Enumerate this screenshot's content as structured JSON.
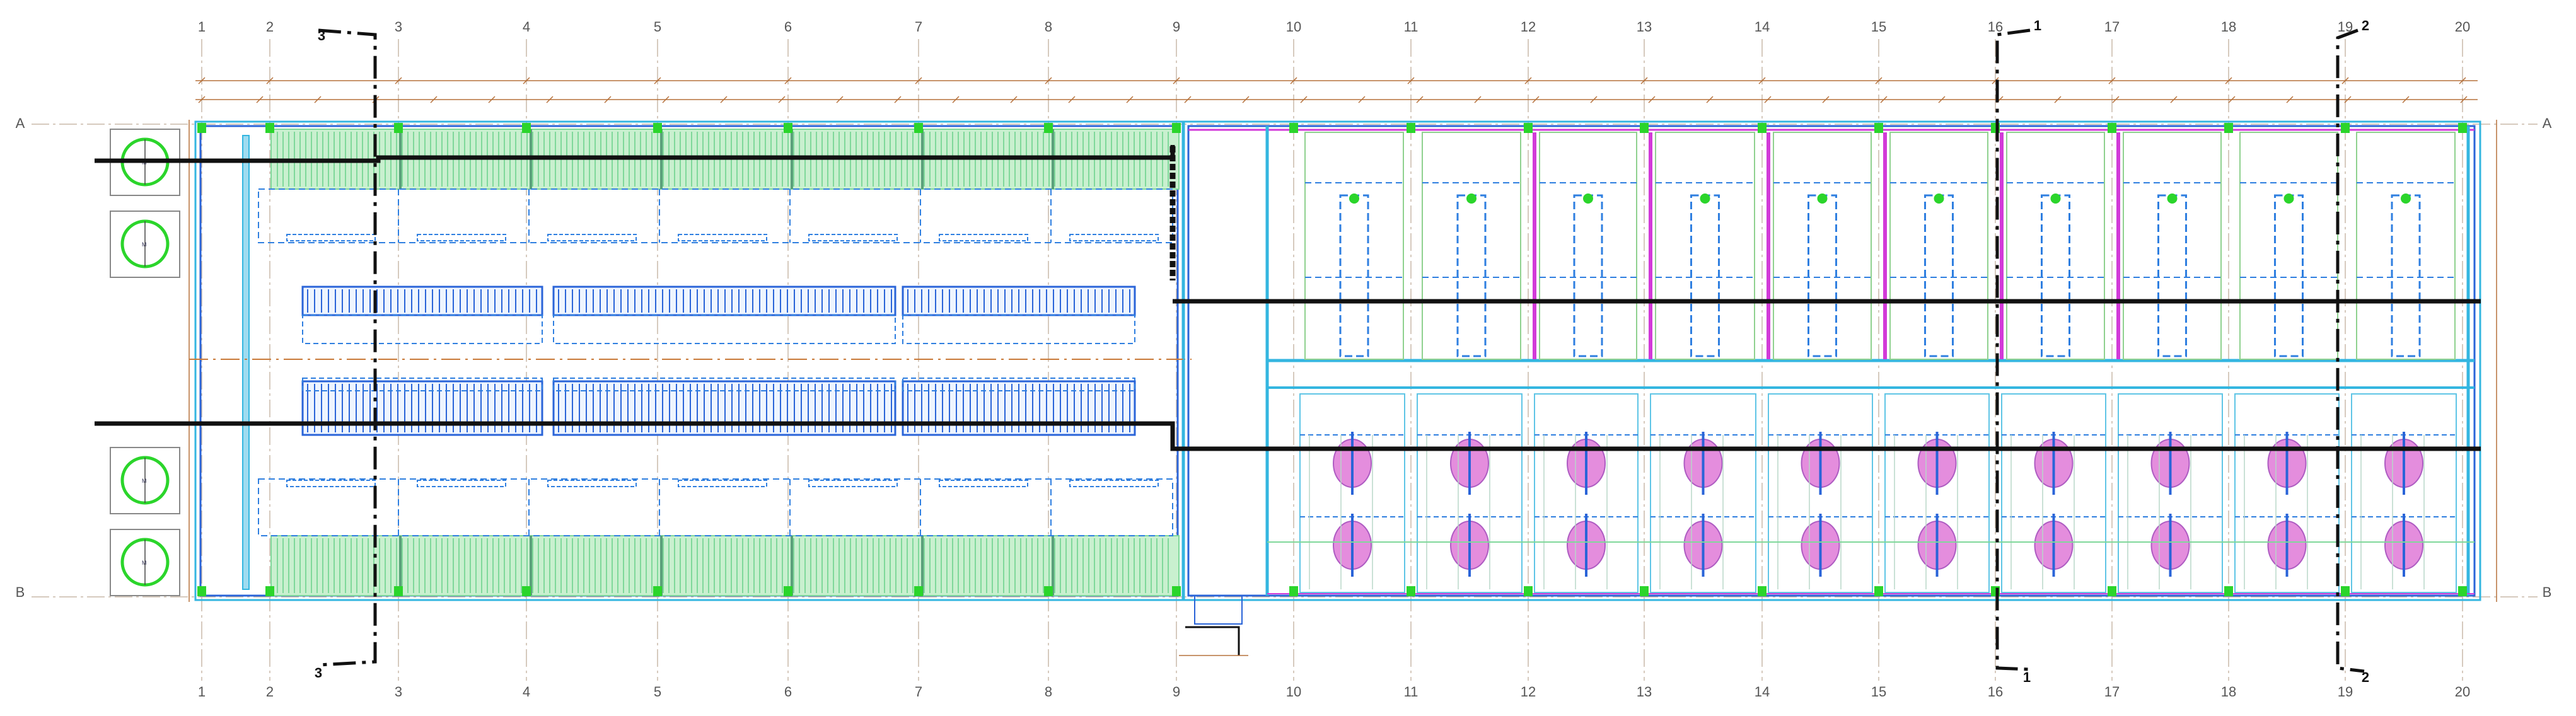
{
  "drawing": {
    "grid_columns": [
      "1",
      "2",
      "3",
      "4",
      "5",
      "6",
      "7",
      "8",
      "9",
      "10",
      "11",
      "12",
      "13",
      "14",
      "15",
      "16",
      "17",
      "18",
      "19",
      "20"
    ],
    "grid_rows": [
      "A",
      "B"
    ],
    "sections": [
      {
        "id": "section-3",
        "label": "3"
      },
      {
        "id": "section-1",
        "label": "1"
      },
      {
        "id": "section-2",
        "label": "2"
      }
    ],
    "equipment_tags": [
      "M",
      "M",
      "M",
      "M"
    ]
  },
  "colors": {
    "grid_line": "#c9b8a8",
    "dimension": "#b5703a",
    "wall_cyan": "#34b6e0",
    "wall_blue": "#2a64d8",
    "dashed_blue": "#2f7fe0",
    "green_tier": "#7fd89a",
    "green_marker": "#2bd52b",
    "magenta": "#d23ad8",
    "pink_fixture": "#e07ad8",
    "section_black": "#111111"
  }
}
